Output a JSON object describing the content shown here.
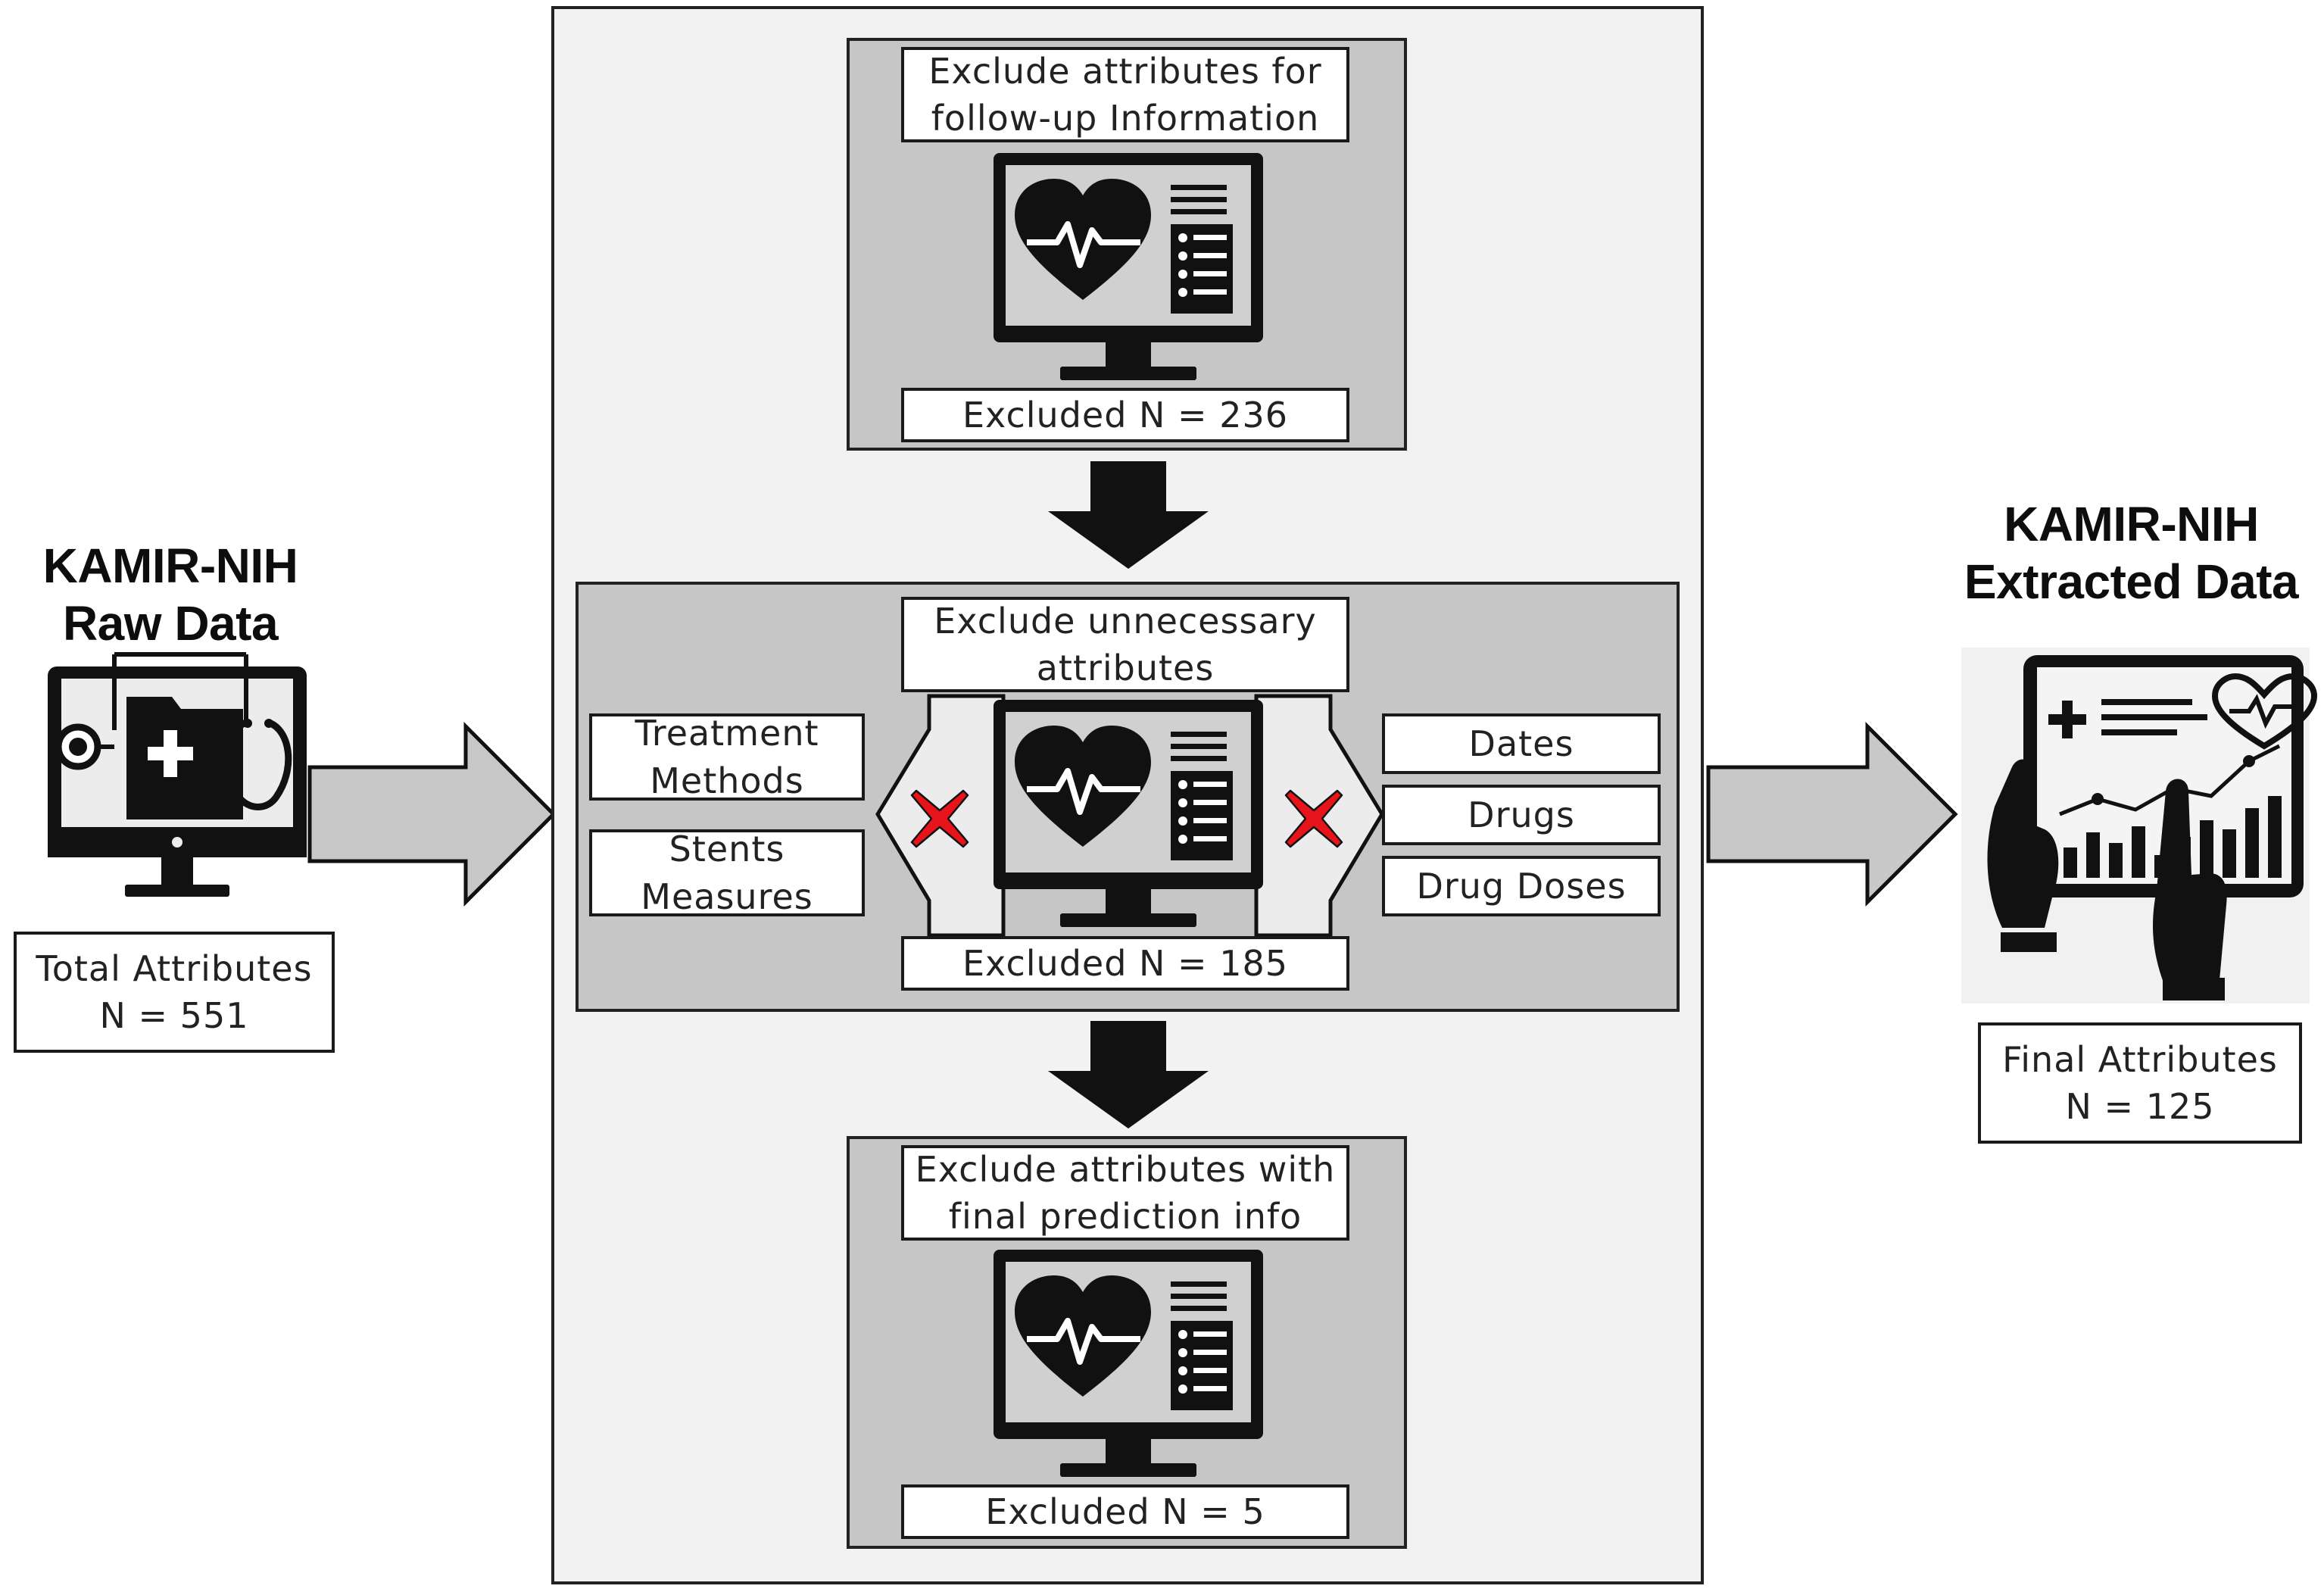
{
  "left": {
    "title": "KAMIR-NIH\nRaw Data",
    "caption": "Total Attributes\nN = 551",
    "icon": "computer-medical-folder-stethoscope-icon"
  },
  "right": {
    "title": "KAMIR-NIH\nExtracted Data",
    "caption": "Final Attributes\nN = 125",
    "icon": "tablet-chart-hands-icon"
  },
  "steps": [
    {
      "label": "Exclude attributes for\nfollow-up Information",
      "excluded": "Excluded  N = 236",
      "icon": "heart-monitor-icon"
    },
    {
      "label": "Exclude unnecessary\nattributes",
      "excluded": "Excluded  N = 185",
      "icon": "heart-monitor-icon",
      "left_items": [
        "Treatment\nMethods",
        "Stents\nMeasures"
      ],
      "right_items": [
        "Dates",
        "Drugs",
        "Drug Doses"
      ]
    },
    {
      "label": "Exclude attributes with\nfinal prediction info",
      "excluded": "Excluded  N = 5",
      "icon": "heart-monitor-icon"
    }
  ],
  "colors": {
    "panel": "#c6c6c6",
    "outer": "#f2f2f2",
    "arrow_fill": "#c8c8c8",
    "cross": "#e8141c",
    "ink": "#111111"
  }
}
